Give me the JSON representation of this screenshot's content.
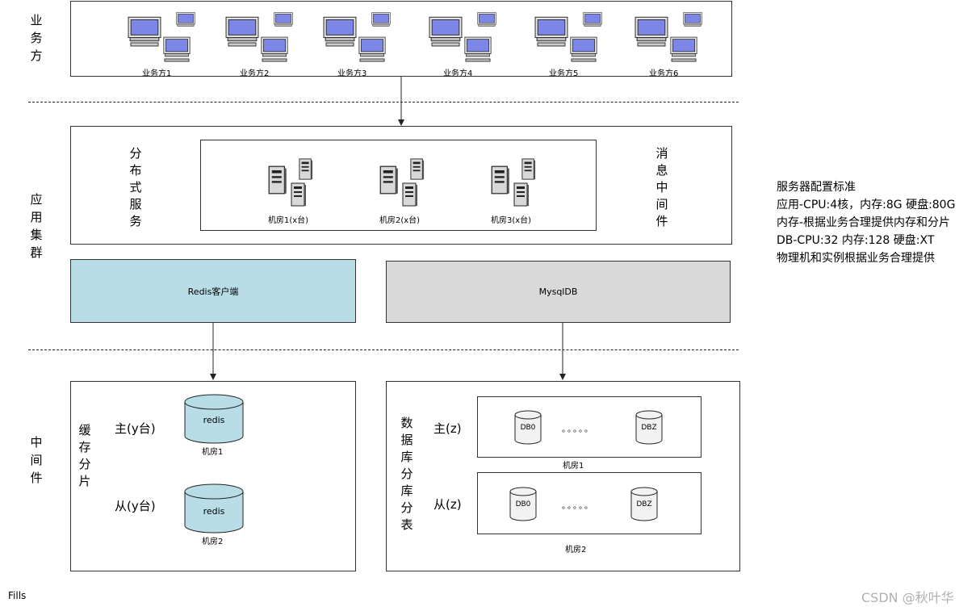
{
  "layers": {
    "business": "业务方",
    "app_cluster": "应用集群",
    "middleware": "中间件"
  },
  "business_parties": [
    "业务方1",
    "业务方2",
    "业务方3",
    "业务方4",
    "业务方5",
    "业务方6"
  ],
  "distributed_service": {
    "label": "分布式服务",
    "rooms": [
      "机房1(x台)",
      "机房2(x台)",
      "机房3(x台)"
    ],
    "mq_label": "消息中间件"
  },
  "redis_client": "Redis客户端",
  "mysqldb": "MysqlDB",
  "cache": {
    "label": "缓存分片",
    "master_label": "主(y台)",
    "slave_label": "从(y台)",
    "db_text": "redis",
    "room1": "机房1",
    "room2": "机房2"
  },
  "database": {
    "label": "数据库分库分表",
    "master_label": "主(z)",
    "slave_label": "从(z)",
    "db_first": "DB0",
    "db_last": "DBZ",
    "ellipsis": "。。。。。",
    "room1": "机房1",
    "room2": "机房2"
  },
  "server_standard": {
    "title": "服务器配置标准",
    "lines": [
      "应用-CPU:4核，内存:8G 硬盘:80G",
      "内存-根据业务合理提供内存和分片",
      "DB-CPU:32 内存:128 硬盘:XT",
      "物理机和实例根据业务合理提供"
    ]
  },
  "footer_left": "Fills",
  "watermark": "CSDN @秋叶华",
  "colors": {
    "redis_fill": "#b9dde6",
    "mysql_fill": "#d9d9d9",
    "cylinder_fill": "#b9dde6",
    "screen": "#7b86e6"
  }
}
